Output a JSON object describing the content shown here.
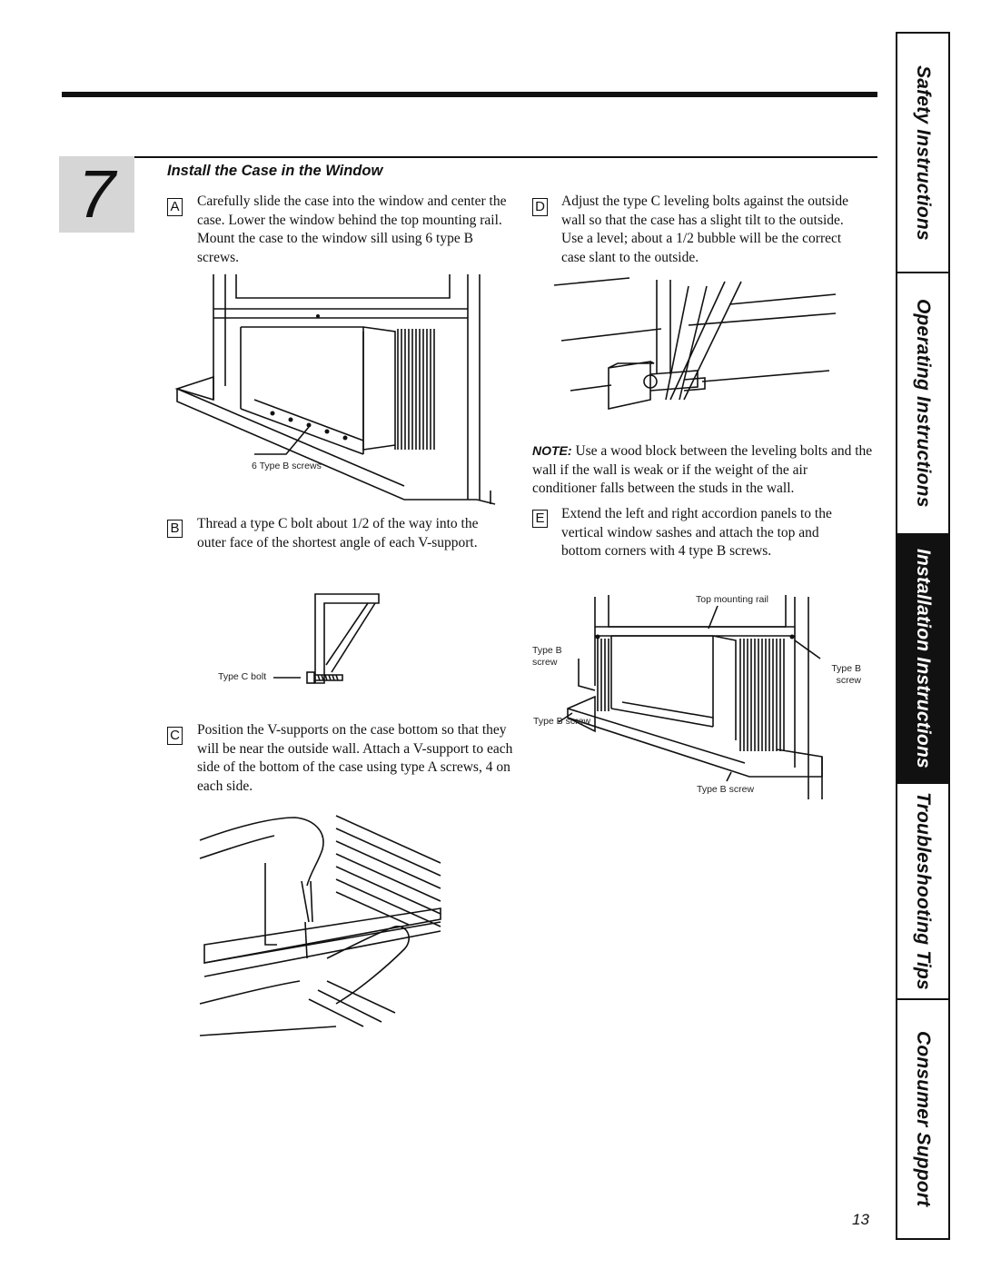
{
  "step": {
    "number": "7",
    "title": "Install the Case in the Window"
  },
  "steps": {
    "A": {
      "badge": "A",
      "text": "Carefully slide the case into the window and center the case. Lower the window behind the top mounting rail. Mount the case to the window sill using 6 type B screws."
    },
    "B": {
      "badge": "B",
      "text": "Thread a type C bolt about 1/2 of the way into the outer face of the shortest angle of each V-support."
    },
    "C": {
      "badge": "C",
      "text": "Position the V-supports on the case bottom so that they will be near the outside wall. Attach a V-support to each side of the bottom of the case using type A screws, 4 on each side."
    },
    "D": {
      "badge": "D",
      "text": "Adjust the type C leveling bolts against the outside wall so that the case has a slight tilt to the outside. Use a level; about a 1/2 bubble will be the correct case slant to the outside."
    },
    "E": {
      "badge": "E",
      "text": "Extend the left and right accordion panels to the vertical window sashes and attach the top and bottom corners with 4 type B screws."
    }
  },
  "note": {
    "label": "NOTE:",
    "text": " Use a wood block between the leveling bolts and the wall if the wall is weak or if the weight of the air conditioner falls between the studs in the wall."
  },
  "captions": {
    "six_screws": "6 Type B screws",
    "type_c_bolt": "Type C bolt",
    "top_mounting_rail": "Top mounting rail",
    "type_b_screw_left": "Type B screw",
    "type_b_screw_right": "Type B screw",
    "type_b_screw_bottom_left": "Type B screw",
    "type_b_screw_bottom": "Type B screw"
  },
  "tabs": [
    {
      "label": "Safety Instructions",
      "active": false
    },
    {
      "label": "Operating Instructions",
      "active": false
    },
    {
      "label": "Installation Instructions",
      "active": true
    },
    {
      "label": "Troubleshooting Tips",
      "active": false
    },
    {
      "label": "Consumer Support",
      "active": false
    }
  ],
  "page_number": "13"
}
